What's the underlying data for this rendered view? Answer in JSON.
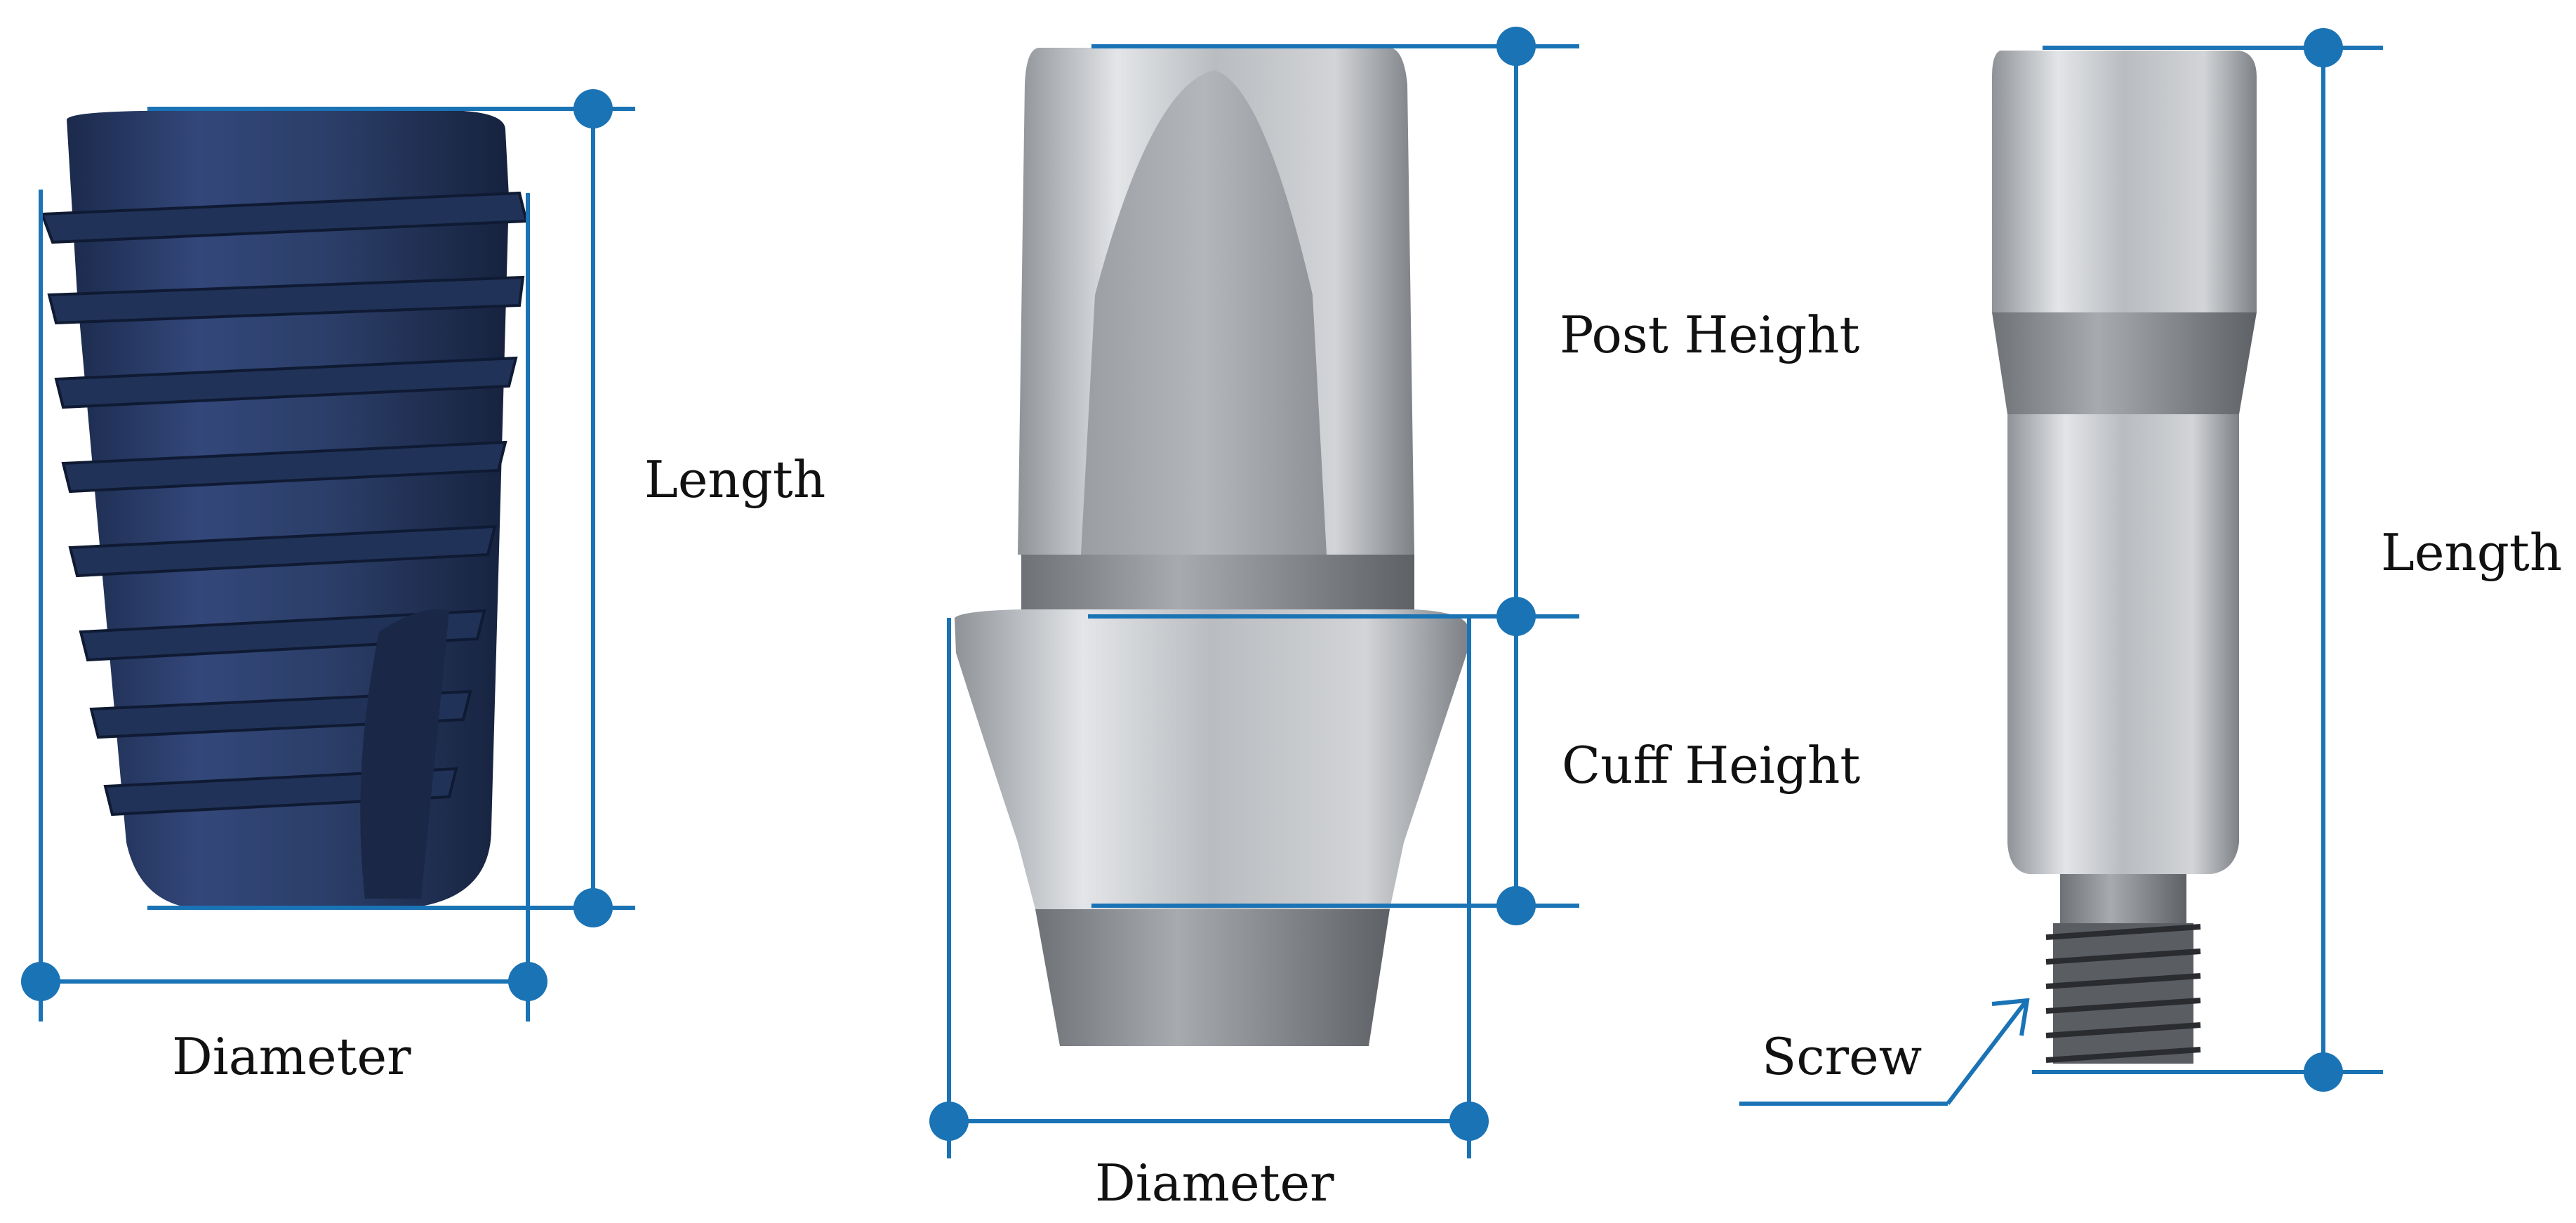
{
  "labels": {
    "implant_length": "Length",
    "implant_diameter": "Diameter",
    "abutment_post_height": "Post Height",
    "abutment_cuff_height": "Cuff Height",
    "abutment_diameter": "Diameter",
    "screw_length": "Length",
    "screw_callout": "Screw"
  },
  "colors": {
    "dimension_line": "#1a73b5",
    "implant_body": "#2b3e68",
    "metal": "#b9bcc0",
    "text": "#111111"
  }
}
